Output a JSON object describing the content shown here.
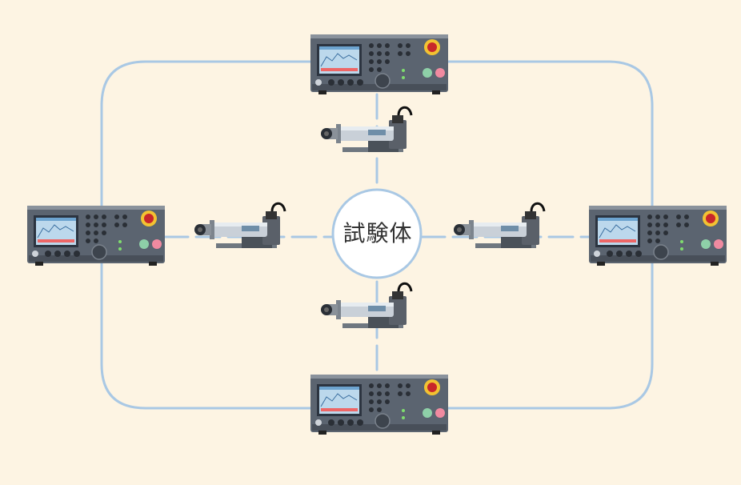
{
  "diagram": {
    "center_label": "試験体",
    "connection_color": "#a9c8e4",
    "background_color": "#fdf4e3",
    "controllers": [
      {
        "name": "controller-top",
        "icon": "controller-panel"
      },
      {
        "name": "controller-left",
        "icon": "controller-panel"
      },
      {
        "name": "controller-right",
        "icon": "controller-panel"
      },
      {
        "name": "controller-bottom",
        "icon": "controller-panel"
      }
    ],
    "actuators": [
      {
        "name": "actuator-top",
        "icon": "servo-actuator"
      },
      {
        "name": "actuator-left",
        "icon": "servo-actuator"
      },
      {
        "name": "actuator-right",
        "icon": "servo-actuator"
      },
      {
        "name": "actuator-bottom",
        "icon": "servo-actuator"
      }
    ]
  }
}
